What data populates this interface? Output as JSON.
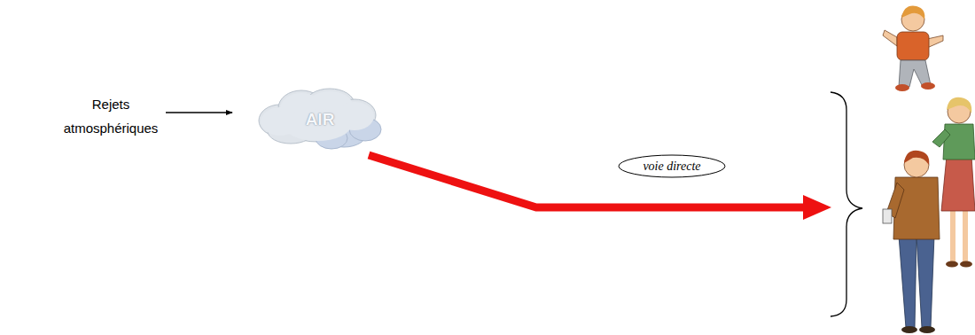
{
  "diagram": {
    "nodes": [
      {
        "text": [
          "AIR"
        ]
      },
      {
        "text": [
          "voie directe"
        ]
      }
    ],
    "labels": [
      "Rejets atmosphériques"
    ]
  }
}
